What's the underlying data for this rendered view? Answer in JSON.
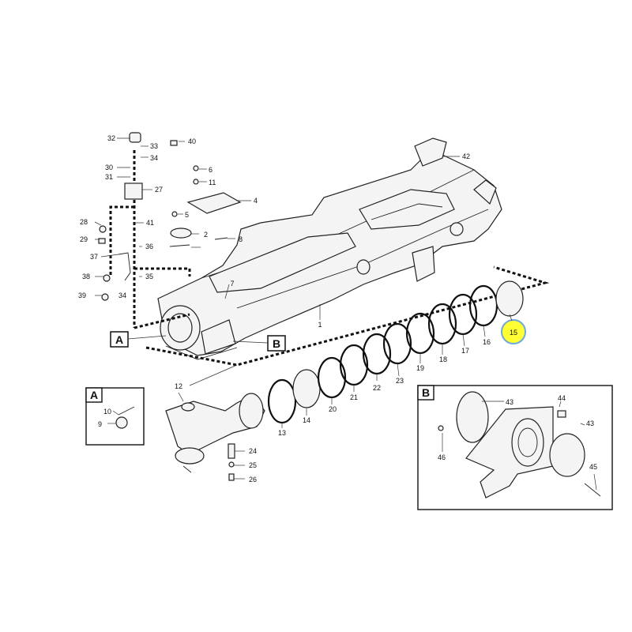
{
  "callouts": {
    "c1": "1",
    "c2": "2",
    "c4": "4",
    "c5": "5",
    "c6": "6",
    "c7": "7",
    "c8": "8",
    "c9": "9",
    "c10": "10",
    "c11": "11",
    "c12": "12",
    "c13": "13",
    "c14": "14",
    "c15": "15",
    "c16": "16",
    "c17": "17",
    "c18": "18",
    "c19": "19",
    "c20": "20",
    "c21": "21",
    "c22": "22",
    "c23": "23",
    "c24": "24",
    "c25": "25",
    "c26": "26",
    "c27": "27",
    "c28": "28",
    "c29": "29",
    "c30": "30",
    "c31": "31",
    "c32": "32",
    "c33": "33",
    "c34a": "34",
    "c34b": "34",
    "c35": "35",
    "c36": "36",
    "c37": "37",
    "c38": "38",
    "c39": "39",
    "c40": "40",
    "c41": "41",
    "c42": "42",
    "c43a": "43",
    "c43b": "43",
    "c44": "44",
    "c45": "45",
    "c46": "46"
  },
  "detail_labels": {
    "a_main": "A",
    "b_main": "B",
    "a_box": "A",
    "b_box": "B"
  },
  "highlight": {
    "part": "15",
    "fill": "#ffff33",
    "ring": "#6fa8dc"
  }
}
